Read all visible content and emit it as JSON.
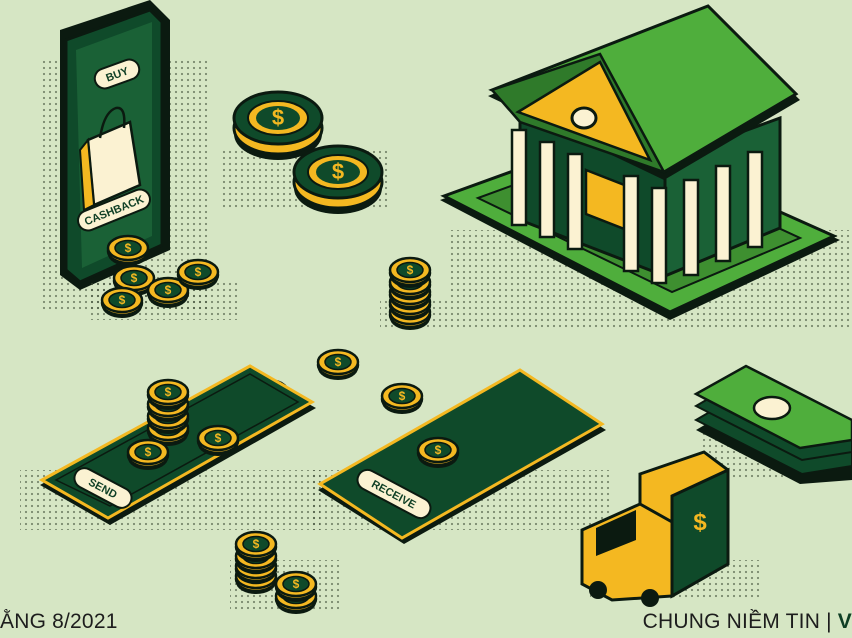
{
  "labels": {
    "buy": "BUY",
    "cashback": "CASHBACK",
    "send": "SEND",
    "receive": "RECEIVE",
    "dollar": "$"
  },
  "footer": {
    "left": "ẰNG 8/2021",
    "right_main": "CHUNG NIỀM TIN | ",
    "right_bold": "V"
  },
  "colors": {
    "background": "#d6e6c4",
    "dark_green": "#0f4a2a",
    "bright_green": "#4fae3c",
    "gold": "#f4b821",
    "cream": "#fbf2d2",
    "outline": "#0b1a10"
  }
}
